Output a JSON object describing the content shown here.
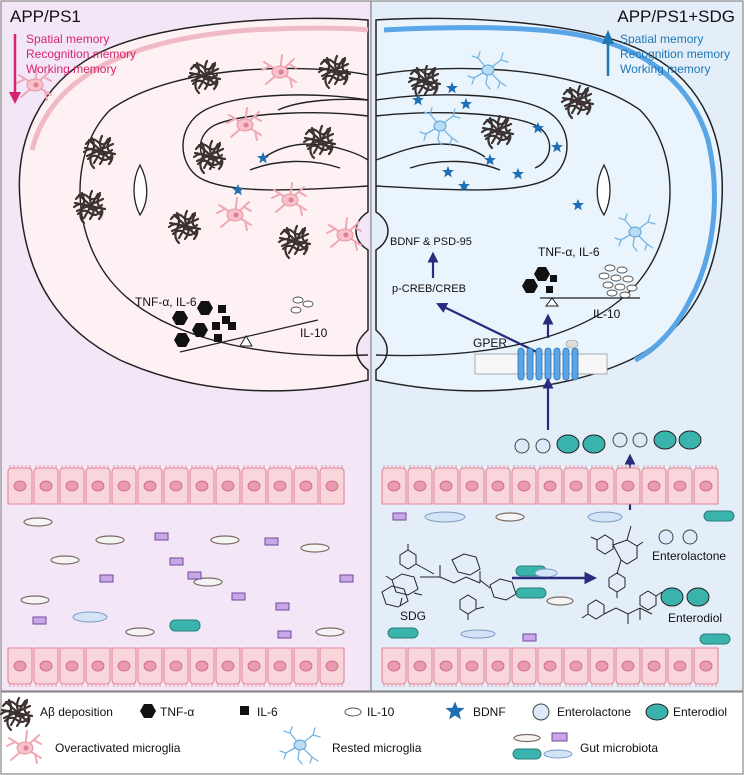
{
  "left_panel": {
    "title": "APP/PS1",
    "memory_items": [
      "Spatial memory",
      "Recognition memory",
      "Working memory"
    ],
    "cytokine_label": "TNF-α, IL-6",
    "il10_label": "IL-10"
  },
  "right_panel": {
    "title": "APP/PS1+SDG",
    "memory_items": [
      "Spatial memory",
      "Recognition memory",
      "Working memory"
    ],
    "bdnf_label": "BDNF & PSD-95",
    "creb_label": "p-CREB/CREB",
    "cytokine_label": "TNF-α, IL-6",
    "il10_label": "IL-10",
    "gper_label": "GPER",
    "sdg_label": "SDG",
    "enterolactone_label": "Enterolactone",
    "enterodiol_label": "Enterodiol"
  },
  "legend": {
    "items": [
      {
        "label": "Aβ deposition",
        "icon": "abeta-deposition-icon"
      },
      {
        "label": "TNF-α",
        "icon": "hexagon-icon"
      },
      {
        "label": "IL-6",
        "icon": "square-icon"
      },
      {
        "label": "IL-10",
        "icon": "ellipse-icon"
      },
      {
        "label": "BDNF",
        "icon": "star-icon"
      },
      {
        "label": "Enterolactone",
        "icon": "circle-icon"
      },
      {
        "label": "Enterodiol",
        "icon": "rounded-blob-icon"
      },
      {
        "label": "Overactivated microglia",
        "icon": "microglia-pink-icon"
      },
      {
        "label": "Rested microglia",
        "icon": "microglia-blue-icon"
      },
      {
        "label": "Gut microbiota",
        "icon": "microbiota-icon"
      }
    ]
  },
  "colors": {
    "left_bg": "#f3e6f7",
    "right_bg": "#e3eef9",
    "pink_accent": "#d8246e",
    "blue_accent": "#1f77b4",
    "arrow_navy": "#2b2a7e",
    "enterodiol_teal": "#3bb3ad",
    "microbiota_purple": "#c9a6e8"
  }
}
